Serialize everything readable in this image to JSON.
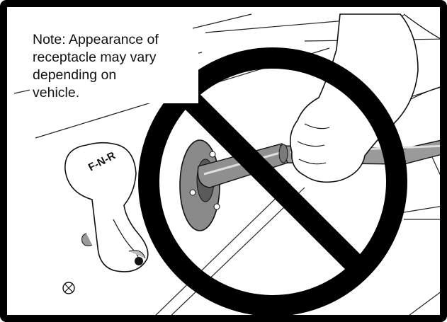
{
  "note": {
    "lines": [
      "Note: Appearance of",
      "receptacle may vary",
      "depending on",
      "vehicle."
    ]
  },
  "shifter": {
    "label": "F-N-R"
  },
  "prohibition": {
    "symbol": "no-symbol-icon",
    "color": "#000000"
  },
  "colors": {
    "frame": "#000000",
    "receptacle_plate": "#8a8a8a",
    "line_art": "#111111"
  }
}
